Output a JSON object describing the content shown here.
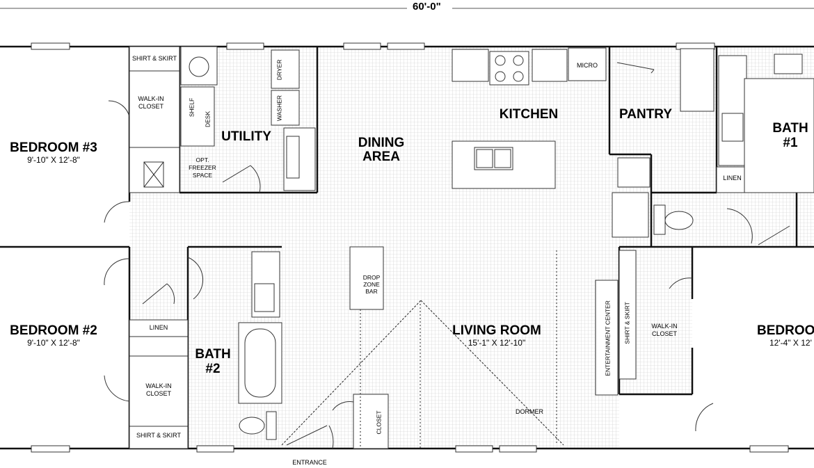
{
  "overall_width": "60'-0\"",
  "rooms": {
    "bedroom3": {
      "name": "BEDROOM #3",
      "size": "9'-10\" X 12'-8\""
    },
    "bedroom2": {
      "name": "BEDROOM #2",
      "size": "9'-10\" X 12'-8\""
    },
    "bedroom1": {
      "name": "BEDROOM",
      "size": "12'-4\" X 12'"
    },
    "utility": "UTILITY",
    "dining": [
      "DINING",
      "AREA"
    ],
    "kitchen": "KITCHEN",
    "pantry": "PANTRY",
    "bath1": [
      "BATH",
      "#1"
    ],
    "bath2": [
      "BATH",
      "#2"
    ],
    "living": {
      "name": "LIVING ROOM",
      "size": "15'-1\" X 12'-10\""
    }
  },
  "fixtures": {
    "shirt_skirt_top": "SHIRT & SKIRT",
    "walkin_top": [
      "WALK-IN",
      "CLOSET"
    ],
    "shelf": "SHELF",
    "desk": "DESK",
    "dryer": "DRYER",
    "washer": "WASHER",
    "freezer": [
      "OPT.",
      "FREEZER",
      "SPACE"
    ],
    "micro": "MICRO",
    "linen_bath1": "LINEN",
    "linen_bath2": "LINEN",
    "walkin_bed2": [
      "WALK-IN",
      "CLOSET"
    ],
    "shirt_skirt_bed2": "SHIRT & SKIRT",
    "drop_zone": [
      "DROP",
      "ZONE",
      "BAR"
    ],
    "closet": "CLOSET",
    "entertainment": "ENTERTAINMENT CENTER",
    "shirt_skirt_bed1": "SHIRT & SKIRT",
    "walkin_bed1": [
      "WALK-IN",
      "CLOSET"
    ],
    "dormer": "DORMER",
    "entrance": "ENTRANCE"
  }
}
